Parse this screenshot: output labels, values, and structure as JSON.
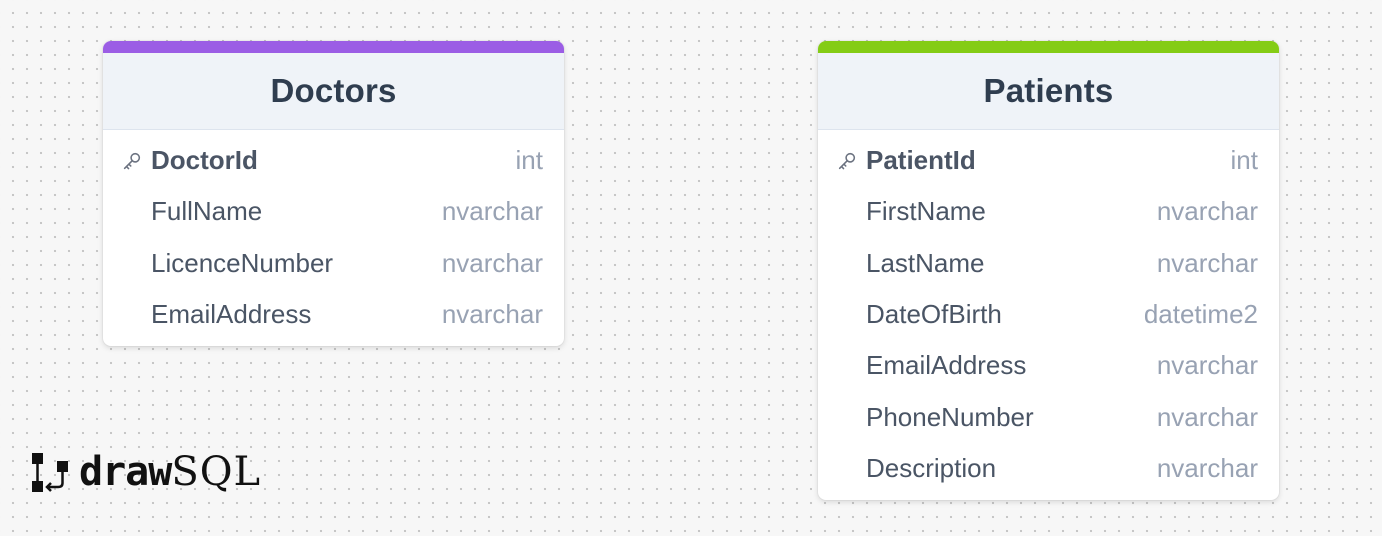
{
  "brand": {
    "part_bold": "draw",
    "part_light": "SQL"
  },
  "tables": [
    {
      "title": "Doctors",
      "accent_color": "#9b5de5",
      "columns": [
        {
          "name": "DoctorId",
          "type": "int",
          "primary_key": true
        },
        {
          "name": "FullName",
          "type": "nvarchar",
          "primary_key": false
        },
        {
          "name": "LicenceNumber",
          "type": "nvarchar",
          "primary_key": false
        },
        {
          "name": "EmailAddress",
          "type": "nvarchar",
          "primary_key": false
        }
      ]
    },
    {
      "title": "Patients",
      "accent_color": "#84cc16",
      "columns": [
        {
          "name": "PatientId",
          "type": "int",
          "primary_key": true
        },
        {
          "name": "FirstName",
          "type": "nvarchar",
          "primary_key": false
        },
        {
          "name": "LastName",
          "type": "nvarchar",
          "primary_key": false
        },
        {
          "name": "DateOfBirth",
          "type": "datetime2",
          "primary_key": false
        },
        {
          "name": "EmailAddress",
          "type": "nvarchar",
          "primary_key": false
        },
        {
          "name": "PhoneNumber",
          "type": "nvarchar",
          "primary_key": false
        },
        {
          "name": "Description",
          "type": "nvarchar",
          "primary_key": false
        }
      ]
    }
  ],
  "icons": {
    "primary_key": "key-icon",
    "logo": "drawsql-logo-icon"
  }
}
